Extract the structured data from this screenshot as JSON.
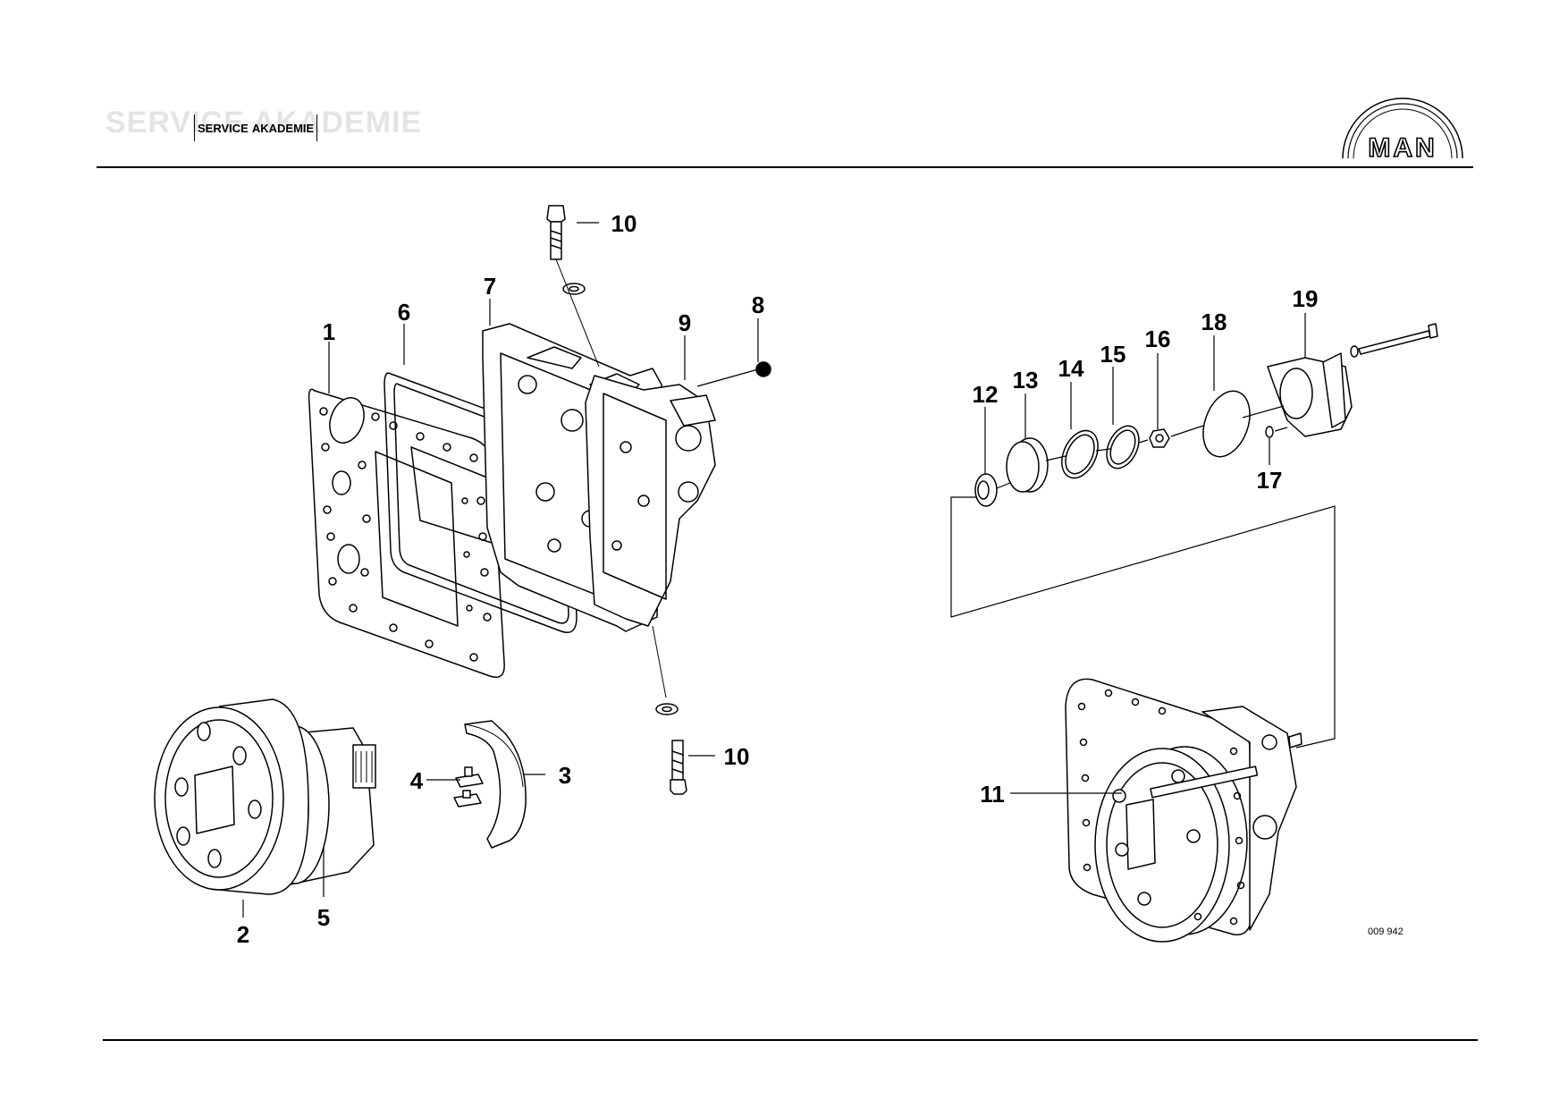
{
  "header": {
    "ghost_text": "SERVICE AKADEMIE",
    "box_label_1": "SERVICE",
    "box_label_2": "AKADEMIE",
    "logo_text": "MAN"
  },
  "callouts": [
    {
      "id": "c1",
      "label": "1"
    },
    {
      "id": "c2",
      "label": "2"
    },
    {
      "id": "c3",
      "label": "3"
    },
    {
      "id": "c4",
      "label": "4"
    },
    {
      "id": "c5",
      "label": "5"
    },
    {
      "id": "c6",
      "label": "6"
    },
    {
      "id": "c7",
      "label": "7"
    },
    {
      "id": "c8",
      "label": "8"
    },
    {
      "id": "c9",
      "label": "9"
    },
    {
      "id": "c10a",
      "label": "10"
    },
    {
      "id": "c10b",
      "label": "10"
    },
    {
      "id": "c11",
      "label": "11"
    },
    {
      "id": "c12",
      "label": "12"
    },
    {
      "id": "c13",
      "label": "13"
    },
    {
      "id": "c14",
      "label": "14"
    },
    {
      "id": "c15",
      "label": "15"
    },
    {
      "id": "c16",
      "label": "16"
    },
    {
      "id": "c17",
      "label": "17"
    },
    {
      "id": "c18",
      "label": "18"
    },
    {
      "id": "c19",
      "label": "19"
    }
  ],
  "drawing_number": "009 942",
  "colors": {
    "line": "#000000",
    "ghost": "#e4e4e4",
    "background": "#ffffff"
  }
}
